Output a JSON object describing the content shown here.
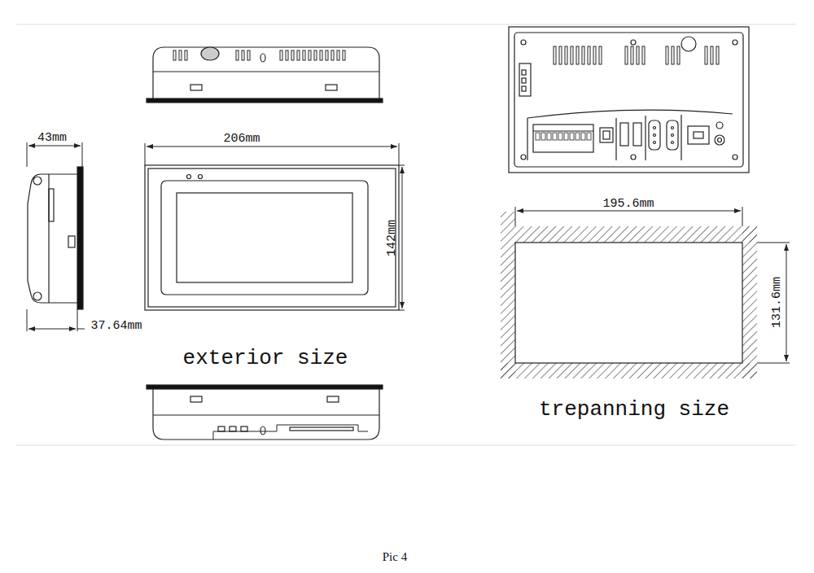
{
  "diagram": {
    "caption": "Pic 4",
    "labels": [
      "43mm",
      "206mm",
      "142mm",
      "37.64mm",
      "exterior size",
      "195.6mm",
      "131.6mm",
      "trepanning size"
    ]
  }
}
